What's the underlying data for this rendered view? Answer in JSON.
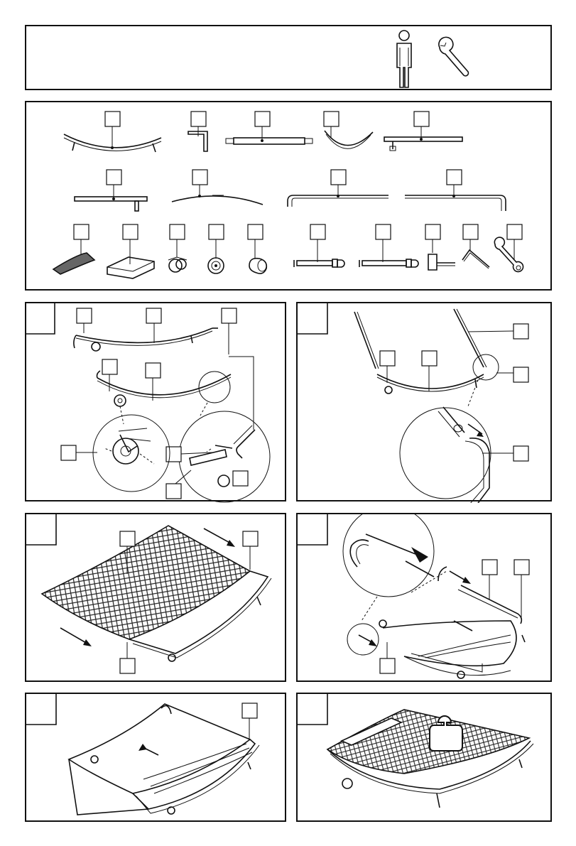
{
  "header": {
    "icons": [
      "person-icon",
      "wrench-icon"
    ]
  },
  "parts": {
    "row1": [
      "curved-base-tube",
      "short-l-bracket",
      "straight-bar-with-end-caps",
      "small-arc-tube",
      "t-bar-with-pins"
    ],
    "row2": [
      "long-bar-with-foot",
      "slightly-curved-joined-tube",
      "long-curved-end-tube-left",
      "long-curved-end-tube-right"
    ],
    "row3": [
      "mesh-fabric",
      "cushion-pad",
      "wheel-bracket",
      "wheel",
      "end-cap",
      "bolt-with-nut-long",
      "bolt-with-nut",
      "knob-screw",
      "hex-key",
      "open-wrench"
    ]
  },
  "steps": [
    {
      "id": "step-1",
      "content": "attach-wheels-to-base"
    },
    {
      "id": "step-2",
      "content": "insert-upright-tubes"
    },
    {
      "id": "step-3",
      "content": "slide-mesh-onto-frame"
    },
    {
      "id": "step-4",
      "content": "join-tube-ends"
    },
    {
      "id": "step-5",
      "content": "tighten-fabric"
    },
    {
      "id": "step-6",
      "content": "finished-lounger-with-pillow-and-weight"
    }
  ],
  "colors": {
    "line": "#111111",
    "background": "#ffffff"
  }
}
